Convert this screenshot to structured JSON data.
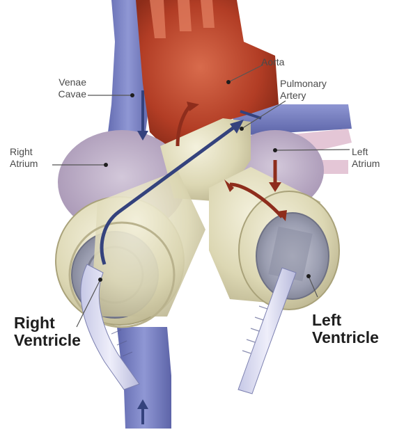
{
  "labels": {
    "aorta": "Aorta",
    "pulmonary_artery": [
      "Pulmonary",
      "Artery"
    ],
    "venae_cavae": [
      "Venae",
      "Cavae"
    ],
    "right_atrium": [
      "Right",
      "Atrium"
    ],
    "left_atrium": [
      "Left",
      "Atrium"
    ],
    "right_ventricle": [
      "Right",
      "Ventricle"
    ],
    "left_ventricle": [
      "Left",
      "Ventricle"
    ]
  },
  "colors": {
    "vein_blue": "#7d86c6",
    "aorta_red": "#b9412a",
    "atrium_lavender": "#b9aac4",
    "device_cream": "#ddd9b5",
    "flow_blue_arrow": "#3b4a86",
    "flow_red_arrow": "#8e2d1c",
    "leader_line": "#555555"
  }
}
